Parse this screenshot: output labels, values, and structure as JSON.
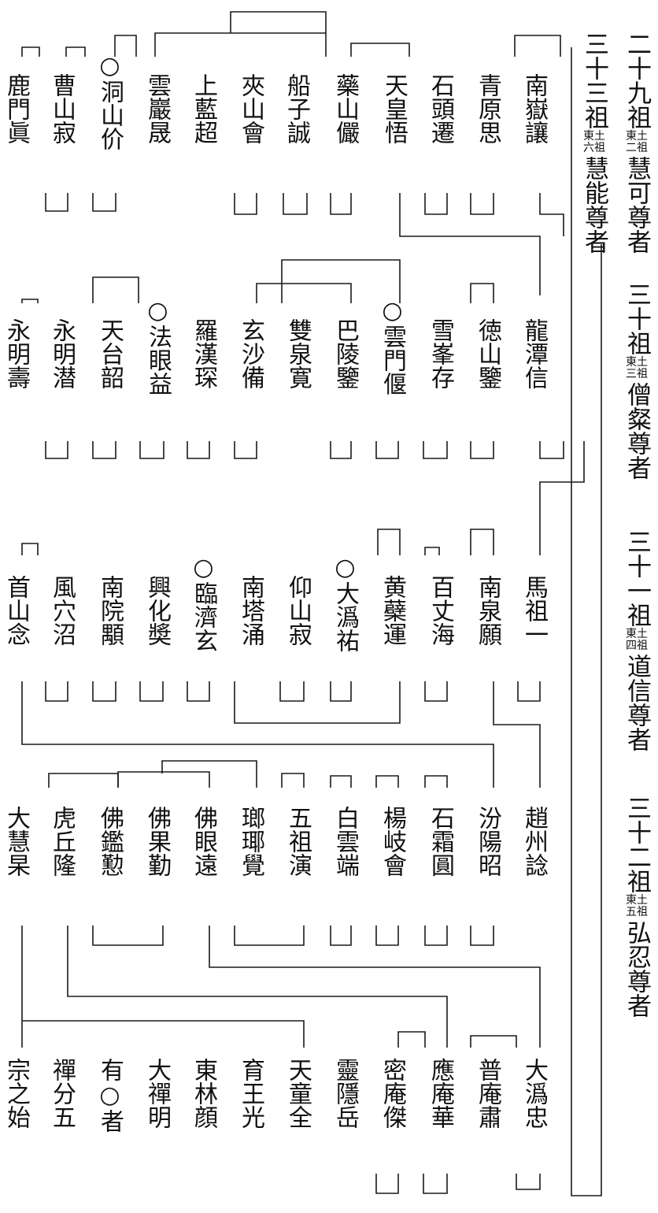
{
  "ancestors": [
    {
      "id": "a29",
      "title": "二十九祖",
      "note": "東土二祖",
      "name": "慧可尊者"
    },
    {
      "id": "a30",
      "title": "三十祖",
      "note": "東土三祖",
      "name": "僧粲尊者"
    },
    {
      "id": "a31",
      "title": "三十一祖",
      "note": "東土四祖",
      "name": "道信尊者"
    },
    {
      "id": "a32",
      "title": "三十二祖",
      "note": "東土五祖",
      "name": "弘忍尊者"
    },
    {
      "id": "a33",
      "title": "三十三祖",
      "note": "東土六祖",
      "name": "慧能尊者"
    }
  ],
  "rows": [
    {
      "id": "row1",
      "names": [
        {
          "id": "r1c1",
          "text": "南嶽讓"
        },
        {
          "id": "r1c2",
          "text": "青原思"
        },
        {
          "id": "r1c3",
          "text": "石頭遷"
        },
        {
          "id": "r1c4",
          "text": "天皇悟"
        },
        {
          "id": "r1c5",
          "text": "藥山儼"
        },
        {
          "id": "r1c6",
          "text": "船子誠"
        },
        {
          "id": "r1c7",
          "text": "夾山會"
        },
        {
          "id": "r1c8",
          "text": "上藍超"
        },
        {
          "id": "r1c9",
          "text": "雲巖晟"
        },
        {
          "id": "r1c10",
          "text": "○洞山价"
        },
        {
          "id": "r1c11",
          "text": "曹山寂"
        },
        {
          "id": "r1c12",
          "text": "鹿門眞"
        }
      ]
    },
    {
      "id": "row2",
      "names": [
        {
          "id": "r2c1",
          "text": "龍潭信"
        },
        {
          "id": "r2c2",
          "text": "徳山鑒"
        },
        {
          "id": "r2c3",
          "text": "雪峯存"
        },
        {
          "id": "r2c4",
          "text": "○雲門偃"
        },
        {
          "id": "r2c5",
          "text": "巴陵鑒"
        },
        {
          "id": "r2c6",
          "text": "雙泉寛"
        },
        {
          "id": "r2c7",
          "text": "玄沙備"
        },
        {
          "id": "r2c8",
          "text": "羅漢琛"
        },
        {
          "id": "r2c9",
          "text": "○法眼益"
        },
        {
          "id": "r2c10",
          "text": "天台韶"
        },
        {
          "id": "r2c11",
          "text": "永明潜"
        },
        {
          "id": "r2c12",
          "text": "永明壽"
        }
      ]
    },
    {
      "id": "row3",
      "names": [
        {
          "id": "r3c1",
          "text": "馬祖一"
        },
        {
          "id": "r3c2",
          "text": "南泉願"
        },
        {
          "id": "r3c3",
          "text": "百丈海"
        },
        {
          "id": "r3c4",
          "text": "黄蘗運"
        },
        {
          "id": "r3c5",
          "text": "○大潙祐"
        },
        {
          "id": "r3c6",
          "text": "仰山寂"
        },
        {
          "id": "r3c7",
          "text": "南塔涌"
        },
        {
          "id": "r3c8",
          "text": "○臨濟玄"
        },
        {
          "id": "r3c9",
          "text": "興化奬"
        },
        {
          "id": "r3c10",
          "text": "南院顒"
        },
        {
          "id": "r3c11",
          "text": "風穴沼"
        },
        {
          "id": "r3c12",
          "text": "首山念"
        }
      ]
    },
    {
      "id": "row4",
      "names": [
        {
          "id": "r4c1",
          "text": "趙州諗"
        },
        {
          "id": "r4c2",
          "text": "汾陽昭"
        },
        {
          "id": "r4c3",
          "text": "石霜圓"
        },
        {
          "id": "r4c4",
          "text": "楊岐會"
        },
        {
          "id": "r4c5",
          "text": "白雲端"
        },
        {
          "id": "r4c6",
          "text": "五祖演"
        },
        {
          "id": "r4c7",
          "text": "瑯瑘覺"
        },
        {
          "id": "r4c8",
          "text": "佛眼遠"
        },
        {
          "id": "r4c9",
          "text": "佛果勤"
        },
        {
          "id": "r4c10",
          "text": "佛鑑懃"
        },
        {
          "id": "r4c11",
          "text": "虎丘隆"
        },
        {
          "id": "r4c12",
          "text": "大慧杲"
        }
      ]
    },
    {
      "id": "row5",
      "names": [
        {
          "id": "r5c1",
          "text": "大潙忠"
        },
        {
          "id": "r5c2",
          "text": "普庵肅"
        },
        {
          "id": "r5c3",
          "text": "應庵華"
        },
        {
          "id": "r5c4",
          "text": "密庵傑"
        },
        {
          "id": "r5c5",
          "text": "靈隱岳"
        },
        {
          "id": "r5c6",
          "text": "天童全"
        },
        {
          "id": "r5c7",
          "text": "育王光"
        },
        {
          "id": "r5c8",
          "text": "東林顔"
        },
        {
          "id": "r5c9",
          "text": "大禪明"
        },
        {
          "id": "r5c10",
          "text": "有○者"
        },
        {
          "id": "r5c11",
          "text": "禪分五"
        },
        {
          "id": "r5c12",
          "text": "宗之始"
        }
      ]
    }
  ]
}
